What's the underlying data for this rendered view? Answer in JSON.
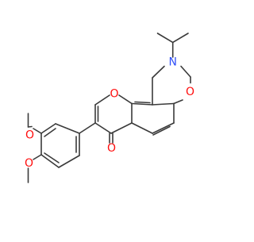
{
  "molecule": {
    "atom_labels": {
      "n": "N",
      "o_pyranone": "O",
      "o_oxazine": "O",
      "o_carbonyl": "O",
      "o_methoxy_1": "O",
      "o_methoxy_2": "O"
    },
    "colors": {
      "bond": "#3a3a3a",
      "nitrogen": "#3050f8",
      "oxygen": "#ff0d0d"
    }
  }
}
